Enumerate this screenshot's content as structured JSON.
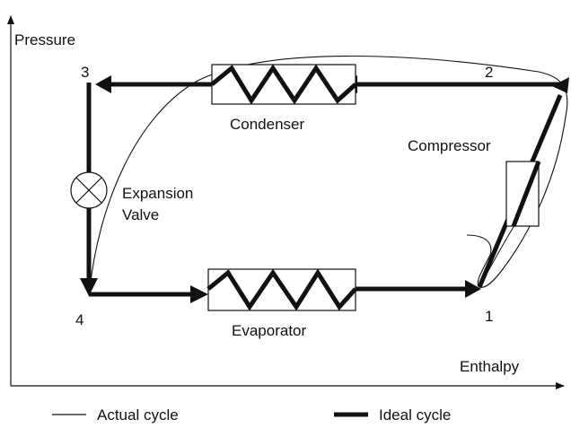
{
  "axes": {
    "y_label": "Pressure",
    "x_label": "Enthalpy"
  },
  "points": {
    "p1": "1",
    "p2": "2",
    "p3": "3",
    "p4": "4"
  },
  "components": {
    "condenser": "Condenser",
    "compressor": "Compressor",
    "expansion_valve_line1": "Expansion",
    "expansion_valve_line2": "Valve",
    "evaporator": "Evaporator"
  },
  "legend": {
    "actual": "Actual cycle",
    "ideal": "Ideal cycle"
  }
}
